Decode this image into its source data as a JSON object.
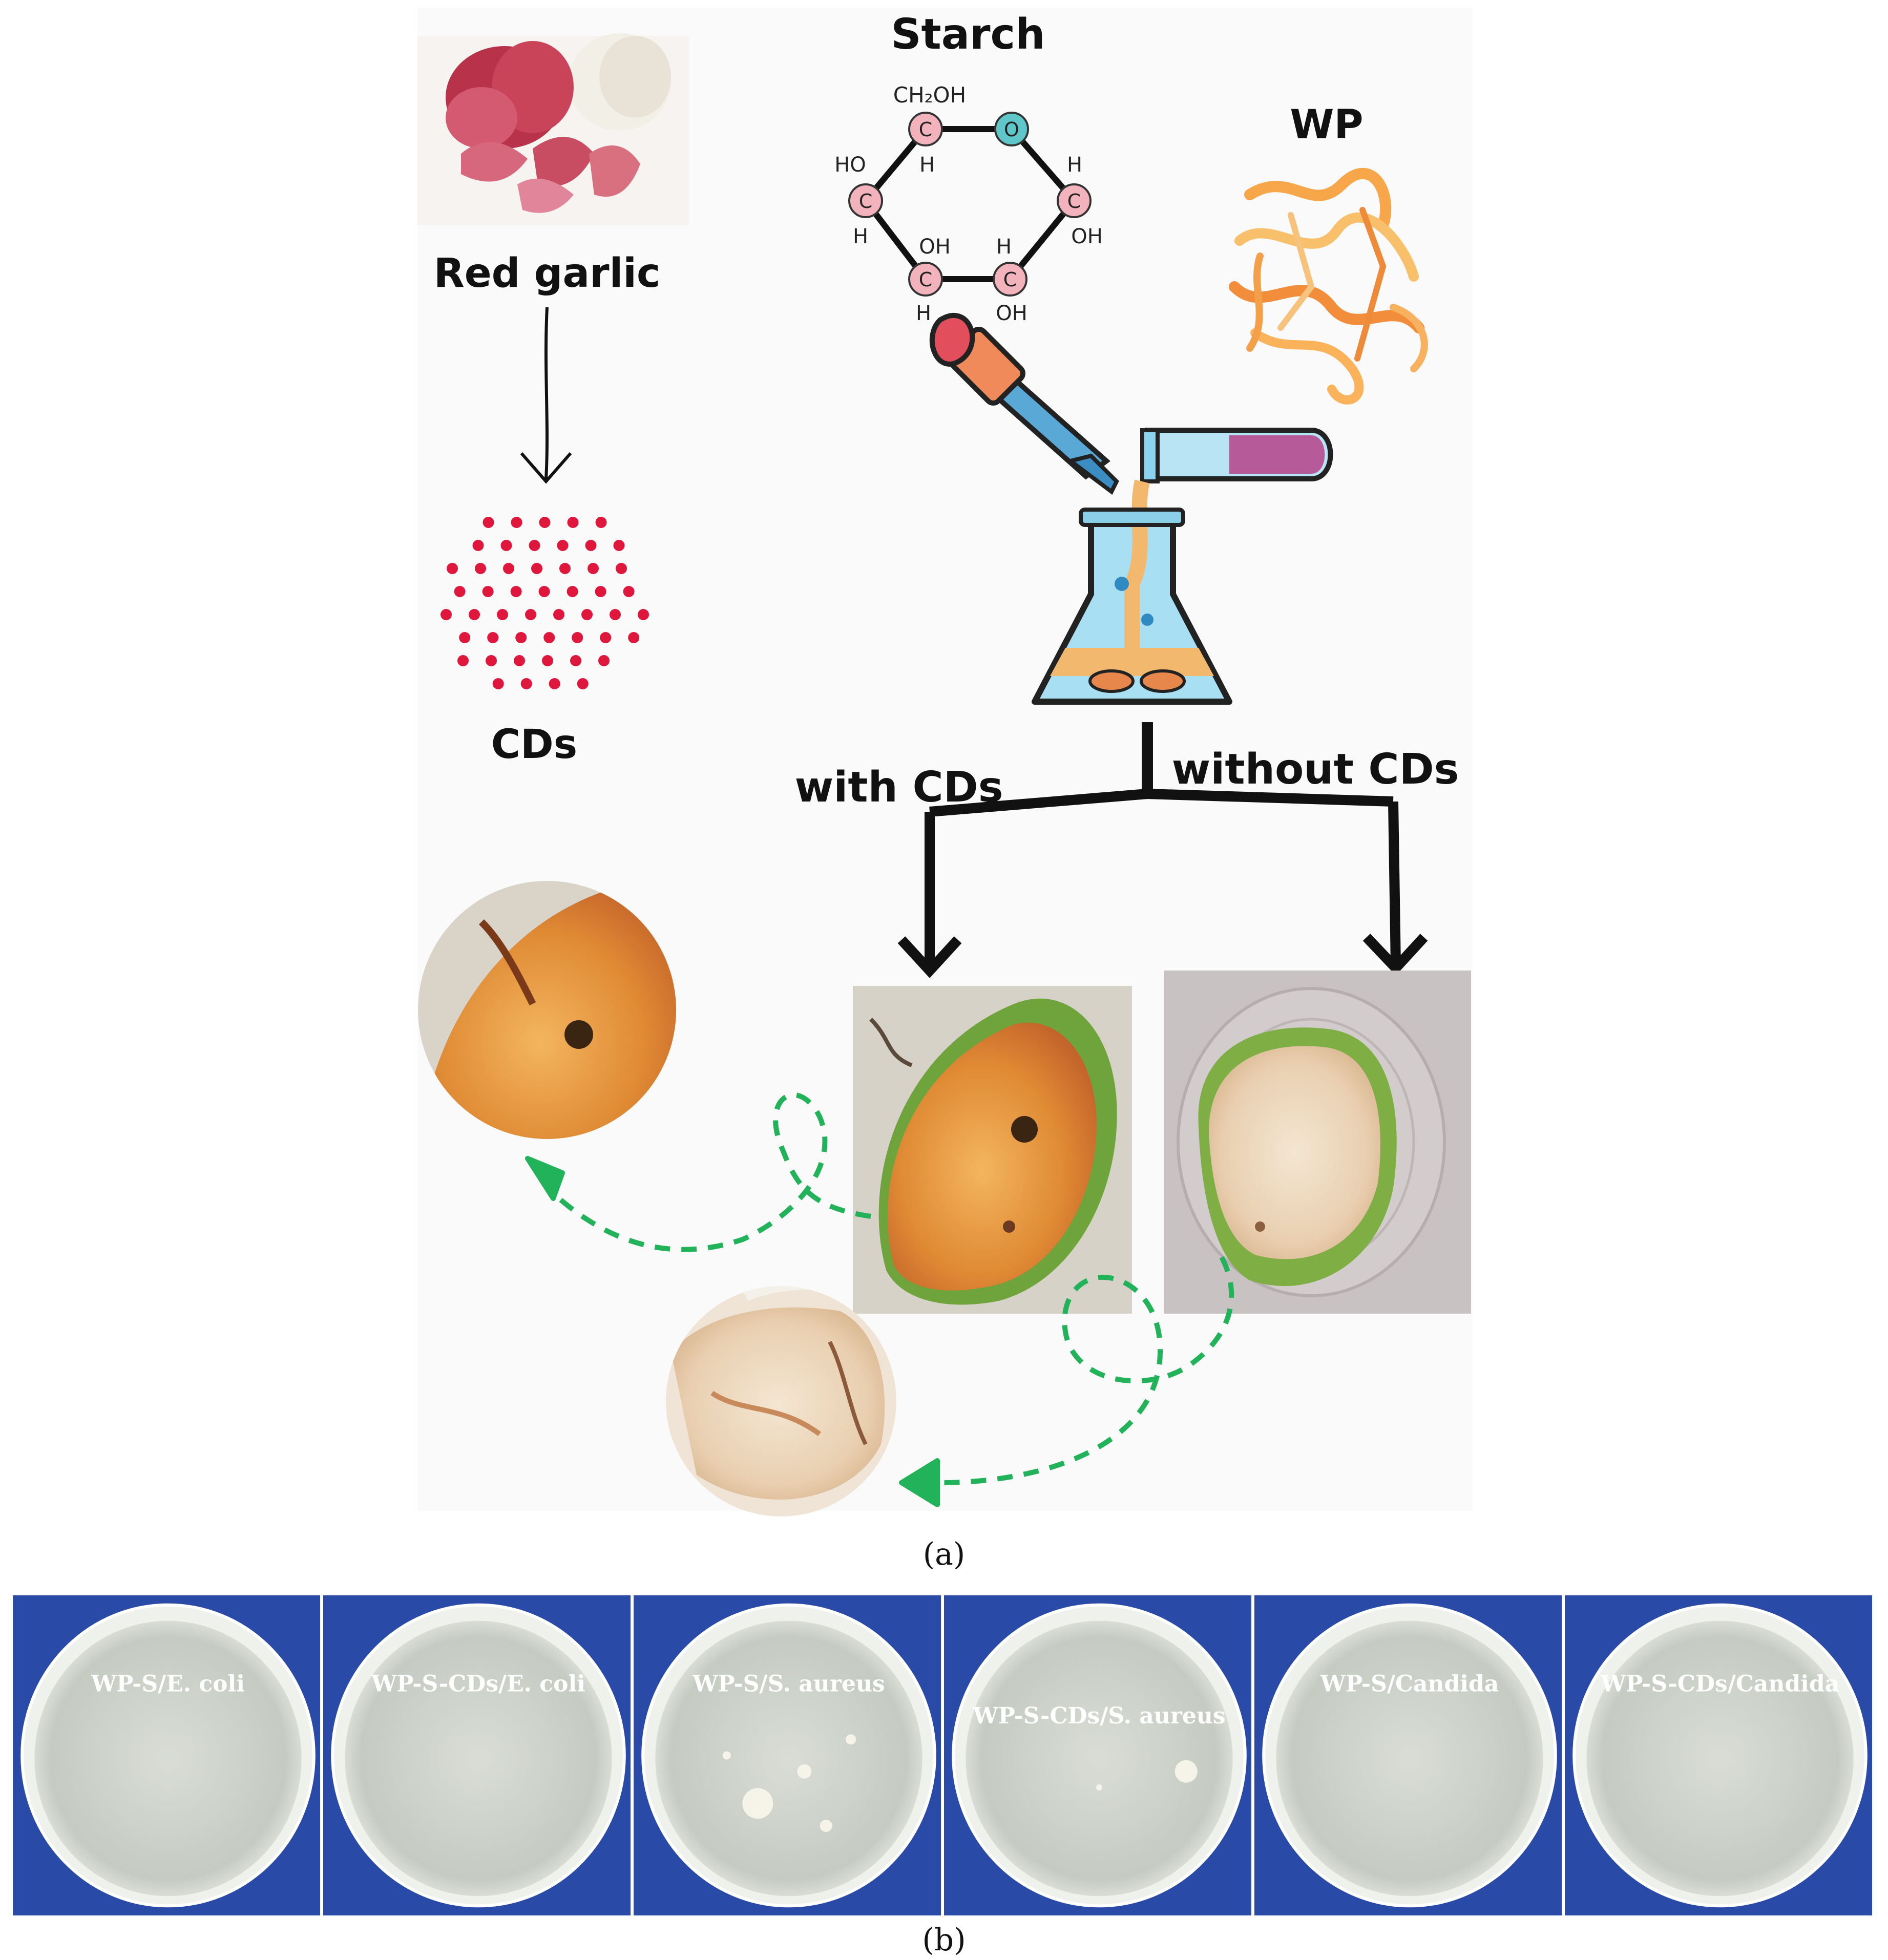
{
  "panel_a": {
    "garlic_label": "Red garlic",
    "cds_label": "CDs",
    "starch_label": "Starch",
    "wp_label": "WP",
    "with_cds_label": "with CDs",
    "without_cds_label": "without CDs",
    "caption": "(a)",
    "starch_atoms": {
      "ch2oh": "CH₂OH",
      "ho": "HO",
      "h": "H",
      "oh": "OH",
      "c": "C",
      "o": "O"
    }
  },
  "panel_b": {
    "caption": "(b)",
    "plates": [
      {
        "label": "WP-S/E. coli"
      },
      {
        "label": "WP-S-CDs/E. coli"
      },
      {
        "label": "WP-S/S. aureus"
      },
      {
        "label": "WP-S-CDs/S. aureus"
      },
      {
        "label": "WP-S/Candida"
      },
      {
        "label": "WP-S-CDs/Candida"
      }
    ]
  },
  "colors": {
    "cds_dot": "#e0173d",
    "arrow_black": "#111111",
    "arrow_dashed_green": "#22b35a",
    "plate_background": "#2a4aa8",
    "flask_liquid": "#f2b96e",
    "flask_glass": "#9fdcf0"
  }
}
